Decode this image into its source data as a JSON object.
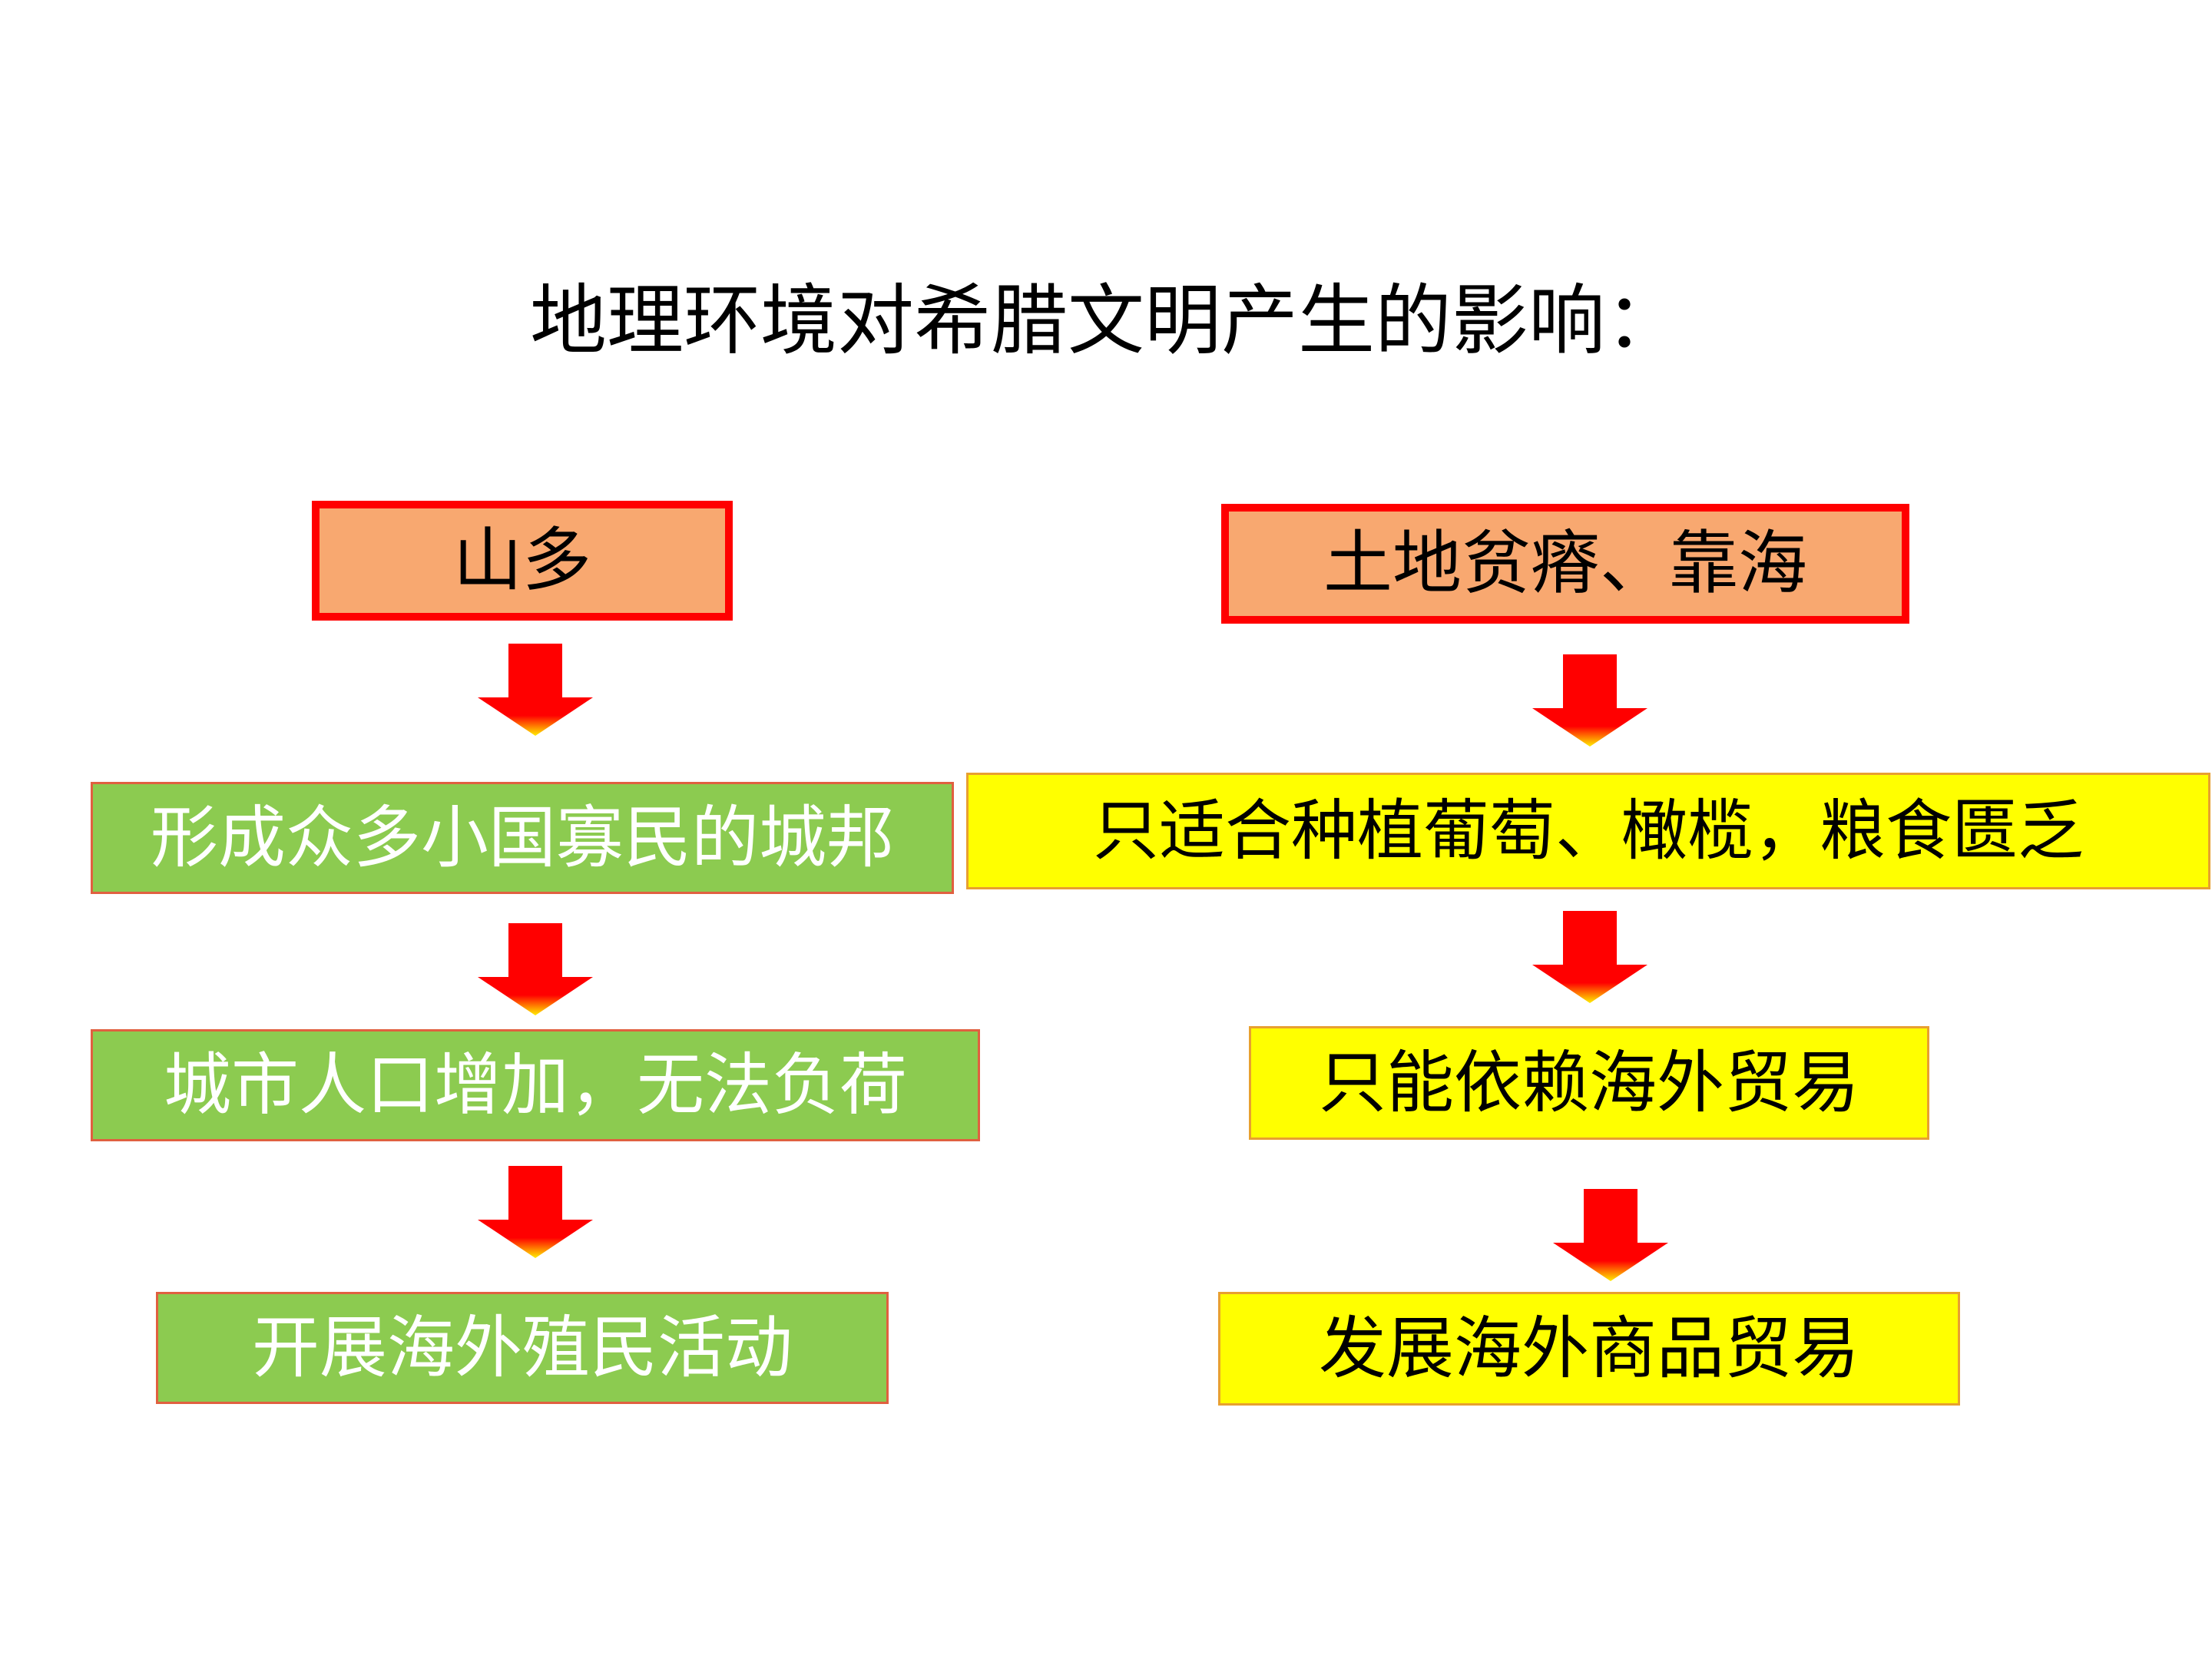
{
  "title": "地理环境对希腊文明产生的影响：",
  "colors": {
    "head_fill": "#f8a870",
    "head_border": "#ff0000",
    "green_fill": "#8ccb50",
    "yellow_fill": "#ffff00",
    "arrow_red": "#ff0000",
    "arrow_tip": "#ffee00"
  },
  "left": {
    "head": "山多",
    "steps": [
      "形成众多小国寡民的城邦",
      "城市人口增加，无法负荷",
      "开展海外殖民活动"
    ]
  },
  "right": {
    "head": "土地贫瘠、靠海",
    "steps": [
      "只适合种植葡萄、橄榄，粮食匮乏",
      "只能依赖海外贸易",
      "发展海外商品贸易"
    ]
  }
}
